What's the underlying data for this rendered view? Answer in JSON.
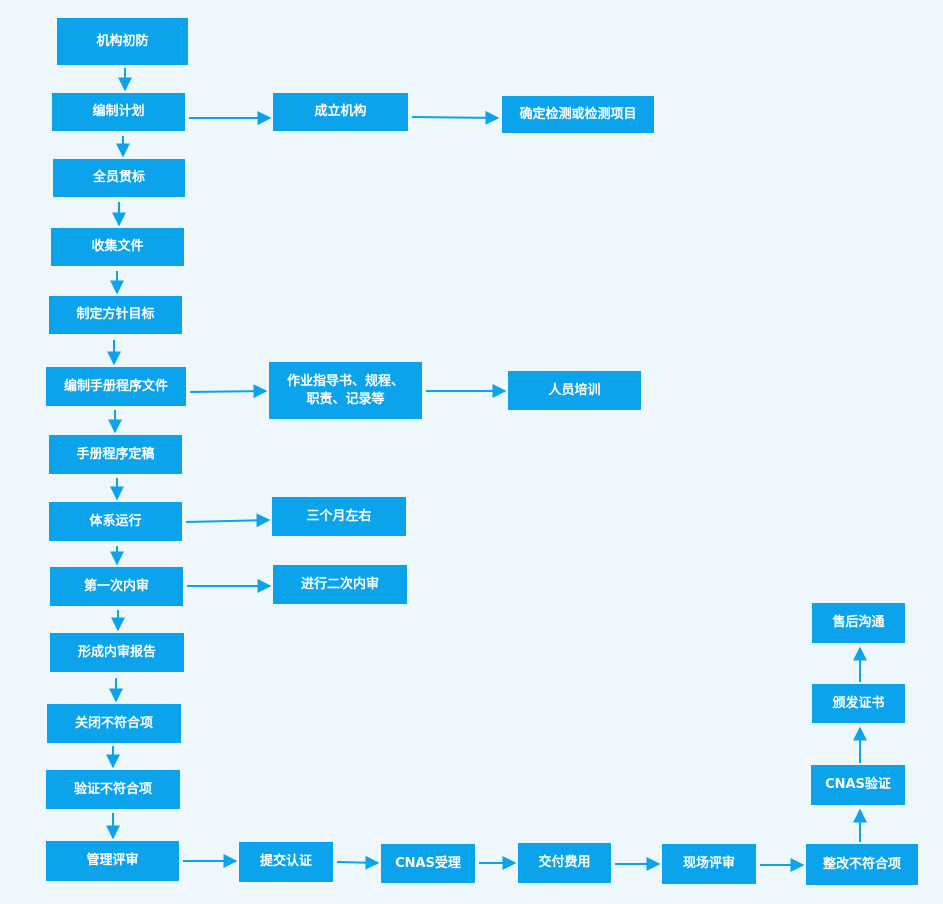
{
  "nodes": {
    "n1": "机构初防",
    "n2": "编制计划",
    "n3": "成立机构",
    "n4": "确定检测或检测项目",
    "n5": "全员贯标",
    "n6": "收集文件",
    "n7": "制定方针目标",
    "n8": "编制手册程序文件",
    "n9": "作业指导书、规程、\n职责、记录等",
    "n10": "人员培训",
    "n11": "手册程序定稿",
    "n12": "体系运行",
    "n13": "三个月左右",
    "n14": "第一次内审",
    "n15": "进行二次内审",
    "n16": "形成内审报告",
    "n17": "关闭不符合项",
    "n18": "验证不符合项",
    "n19": "管理评审",
    "n20": "提交认证",
    "n21": "CNAS受理",
    "n22": "交付费用",
    "n23": "现场评审",
    "n24": "整改不符合项",
    "n25": "CNAS验证",
    "n26": "颁发证书",
    "n27": "售后沟通"
  },
  "colors": {
    "box": "#0aa3ec",
    "text": "#ffffff",
    "arrow": "#0aa3ec",
    "background": "#eef7fb"
  }
}
